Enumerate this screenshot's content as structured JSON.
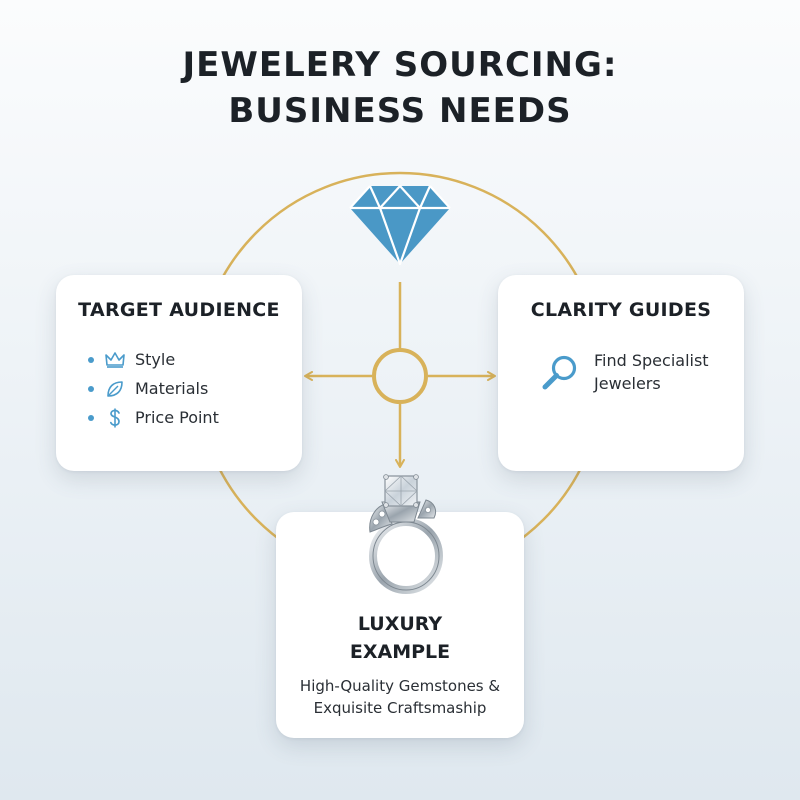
{
  "title": {
    "line1": "JEWELERY SOURCING:",
    "line2": "BUSINESS NEEDS"
  },
  "colors": {
    "gold": "#d8b25a",
    "blue": "#4a9bcb",
    "diamond": "#4a98c6"
  },
  "target_audience": {
    "title": "TARGET AUDIENCE",
    "items": [
      {
        "icon": "crown-icon",
        "label": "Style"
      },
      {
        "icon": "leaf-icon",
        "label": "Materials"
      },
      {
        "icon": "dollar-icon",
        "label": "Price Point"
      }
    ]
  },
  "clarity_guides": {
    "title": "CLARITY GUIDES",
    "icon": "search-icon",
    "text_line1": "Find Specialist",
    "text_line2": "Jewelers"
  },
  "luxury_example": {
    "icon": "ring-icon",
    "title_line1": "LUXURY",
    "title_line2": "EXAMPLE",
    "desc_line1": "High-Quality Gemstones &",
    "desc_line2": "Exquisite Craftsmaship"
  },
  "hub": {
    "top_icon": "diamond-icon",
    "center_icon": "hub-circle"
  }
}
